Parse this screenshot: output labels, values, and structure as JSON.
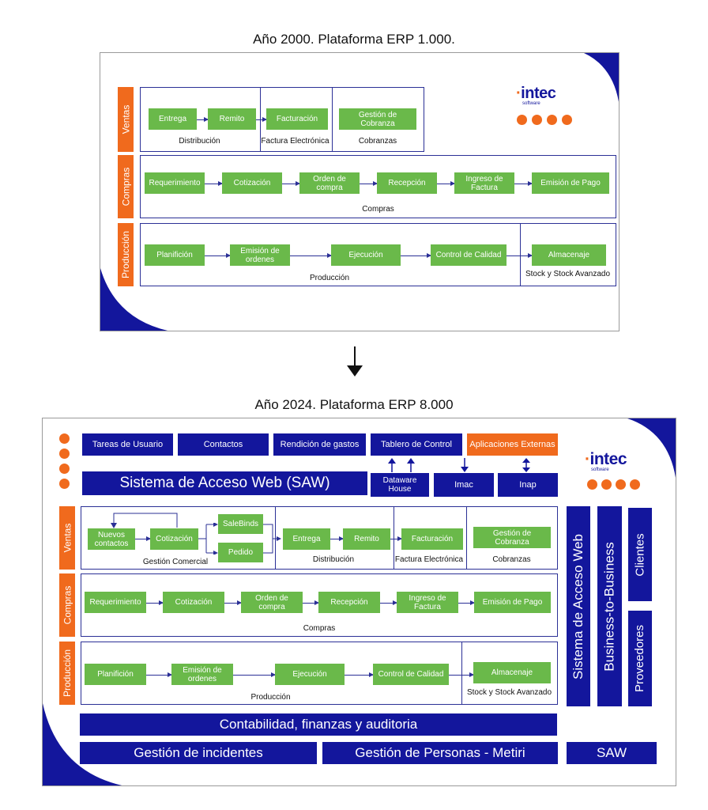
{
  "top": {
    "title": "Año 2000. Plataforma ERP 1.000.",
    "logo": {
      "text": "intec",
      "sub": "software"
    },
    "rows": {
      "ventas": {
        "label": "Ventas",
        "boxes": [
          "Entrega",
          "Remito",
          "Facturación",
          "Gestión de Cobranza"
        ],
        "captions": [
          "Distribución",
          "Factura Electrónica",
          "Cobranzas"
        ]
      },
      "compras": {
        "label": "Compras",
        "boxes": [
          "Requerimiento",
          "Cotización",
          "Orden de compra",
          "Recepción",
          "Ingreso de Factura",
          "Emisión de Pago"
        ],
        "caption": "Compras"
      },
      "produccion": {
        "label": "Producción",
        "boxes": [
          "Planifición",
          "Emisión de ordenes",
          "Ejecución",
          "Control de Calidad",
          "Almacenaje"
        ],
        "captions": [
          "Producción",
          "Stock y Stock Avanzado"
        ]
      }
    }
  },
  "bottom": {
    "title": "Año 2024. Plataforma ERP 8.000",
    "logo": {
      "text": "intec",
      "sub": "software"
    },
    "top_buttons": [
      "Tareas de Usuario",
      "Contactos",
      "Rendición de gastos",
      "Tablero de Control",
      "Aplicaciones Externas"
    ],
    "saw_banner": "Sistema de Acceso Web (SAW)",
    "sub_buttons": [
      "Dataware House",
      "Imac",
      "Inap"
    ],
    "rows": {
      "ventas": {
        "label": "Ventas",
        "boxes": [
          "Nuevos contactos",
          "Cotización",
          "SaleBinds",
          "Pedido",
          "Entrega",
          "Remito",
          "Facturación",
          "Gestión de Cobranza"
        ],
        "captions": [
          "Gestión Comercial",
          "Distribución",
          "Factura Electrónica",
          "Cobranzas"
        ]
      },
      "compras": {
        "label": "Compras",
        "boxes": [
          "Requerimiento",
          "Cotización",
          "Orden de compra",
          "Recepción",
          "Ingreso de Factura",
          "Emisión de Pago"
        ],
        "caption": "Compras"
      },
      "produccion": {
        "label": "Producción",
        "boxes": [
          "Planifición",
          "Emisión de ordenes",
          "Ejecución",
          "Control de Calidad",
          "Almacenaje"
        ],
        "captions": [
          "Producción",
          "Stock y Stock Avanzado"
        ]
      }
    },
    "contabilidad": "Contabilidad, finanzas y auditoria",
    "incidentes": "Gestión de incidentes",
    "personas": "Gestión de Personas - Metiri",
    "right": {
      "saw_vertical": "Sistema de Acceso Web",
      "b2b": "Business-to-Business",
      "clientes": "Clientes",
      "proveedores": "Proveedores",
      "saw": "SAW"
    }
  },
  "colors": {
    "navy": "#13169c",
    "orange": "#f06a1d",
    "green": "#6ab94a"
  }
}
